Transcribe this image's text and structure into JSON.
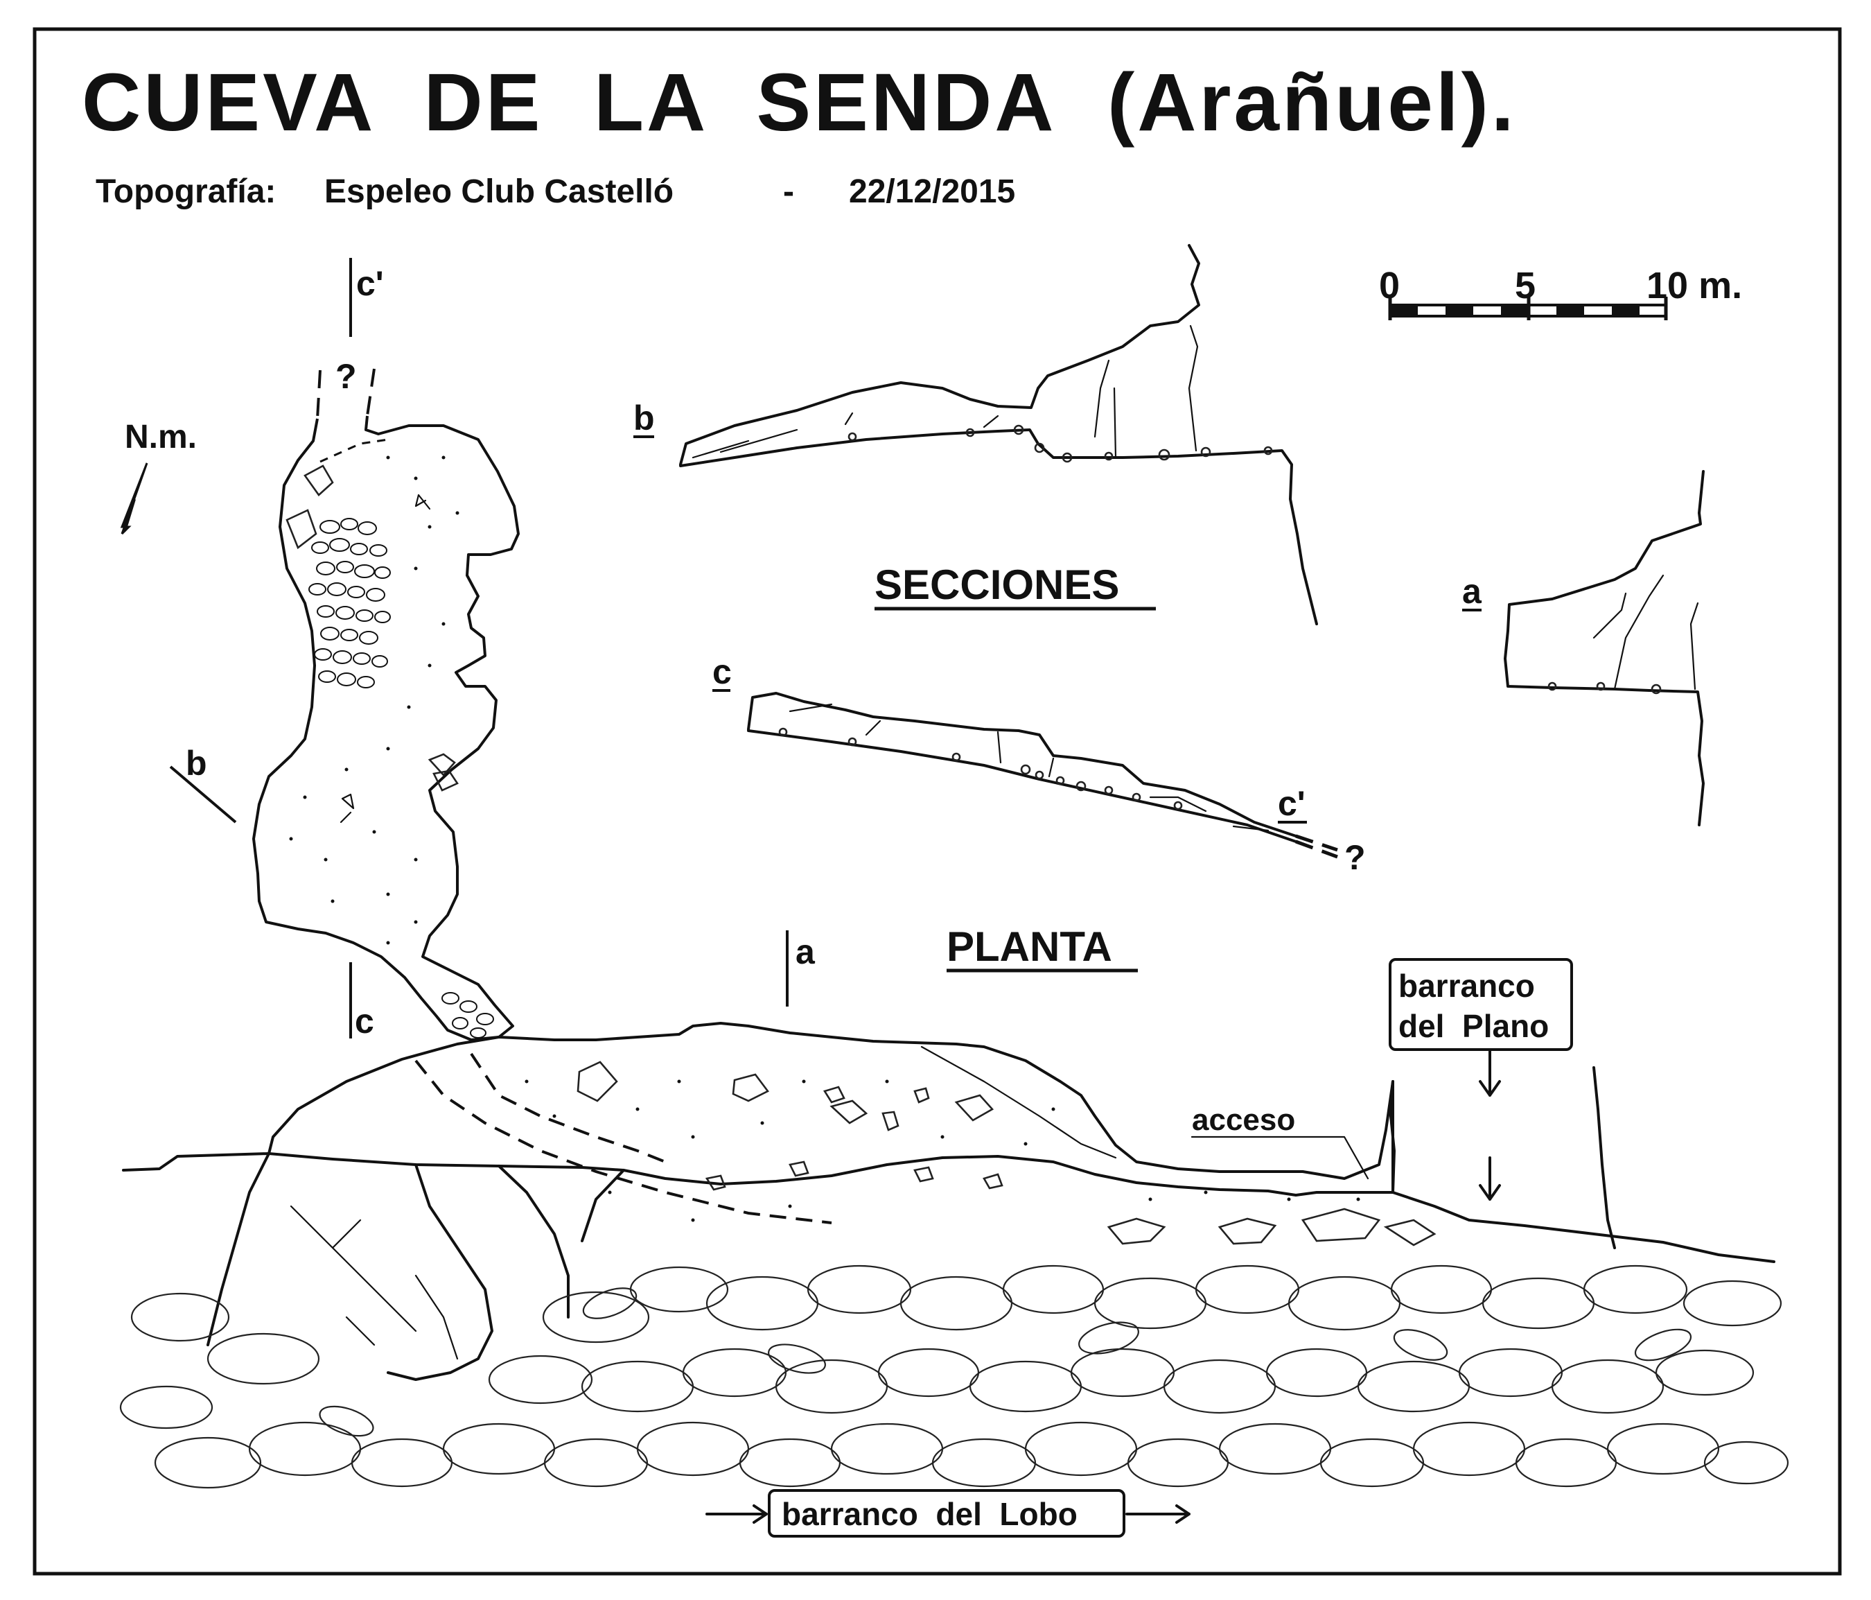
{
  "title": {
    "cave_name": "CUEVA  DE  LA  SENDA",
    "place": "(Arañuel)."
  },
  "credits": {
    "label": "Topografía:",
    "team": "Espeleo Club Castelló",
    "separator": "-",
    "date": "22/12/2015"
  },
  "north": {
    "label": "N.m."
  },
  "scale_bar": {
    "ticks": [
      "0",
      "5",
      "10 m."
    ]
  },
  "headings": {
    "sections": "SECCIONES",
    "plan": "PLANTA"
  },
  "section_marks": {
    "a": "a",
    "b": "b",
    "c": "c",
    "c_prime": "c'",
    "unknown": "?"
  },
  "sections_labels": {
    "b": "b",
    "a": "a",
    "c": "c",
    "c_prime": "c'",
    "unknown": "?"
  },
  "places": {
    "access": "acceso",
    "ravine_plano_line1": "barranco",
    "ravine_plano_line2": "del  Plano",
    "ravine_lobo": "barranco  del  Lobo"
  },
  "colors": {
    "ink": "#111111",
    "paper": "#ffffff"
  }
}
